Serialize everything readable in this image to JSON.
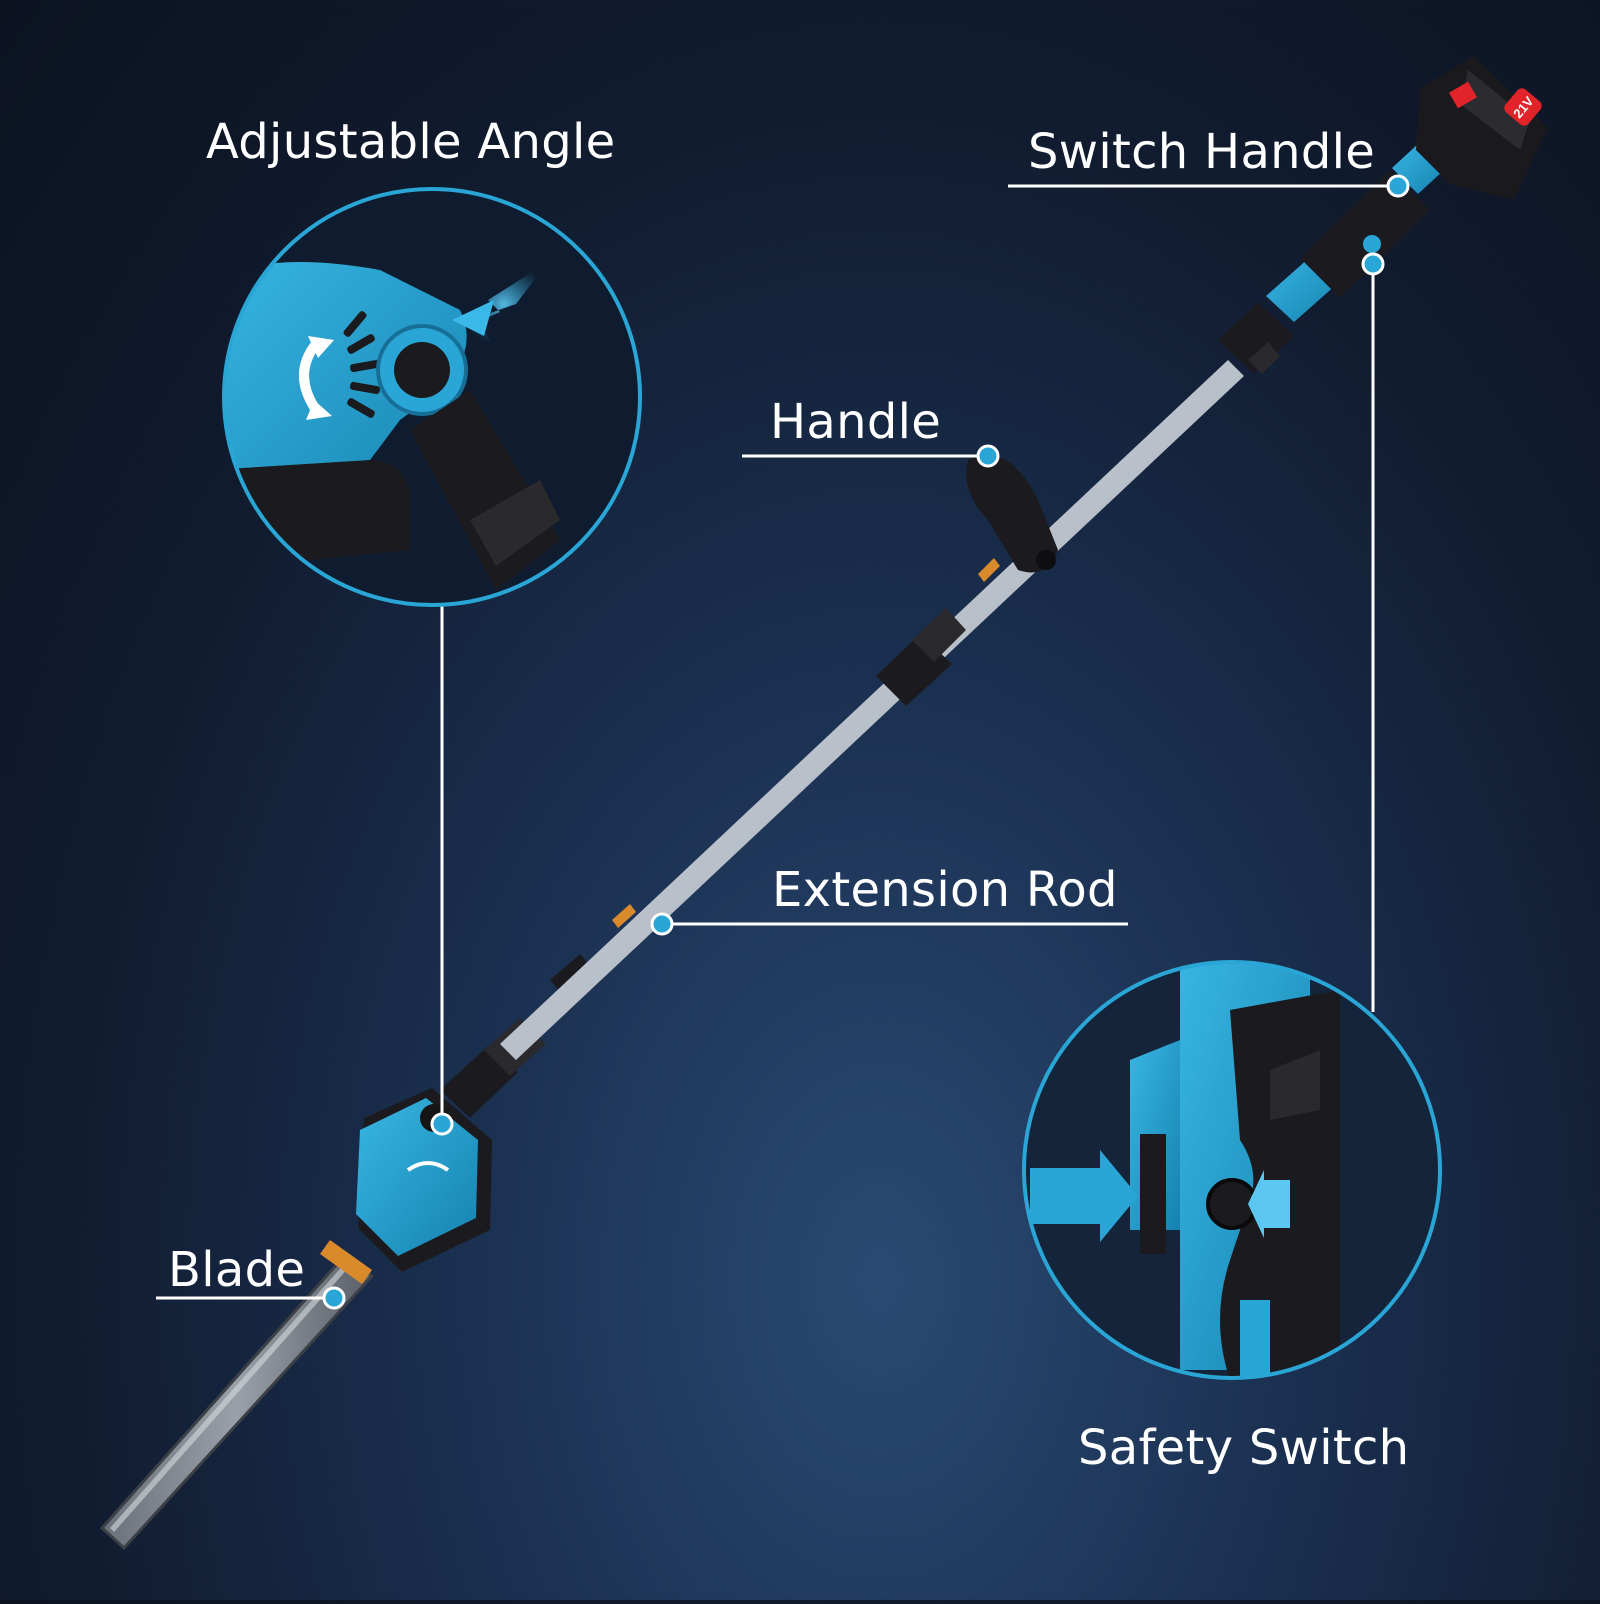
{
  "callouts": {
    "adjustable_angle": "Adjustable Angle",
    "switch_handle": "Switch Handle",
    "handle": "Handle",
    "extension_rod": "Extension Rod",
    "blade": "Blade",
    "safety_switch": "Safety Switch"
  },
  "battery_label": "21V",
  "colors": {
    "accent": "#2aa6d6",
    "accent_dark": "#1687b5",
    "tool_blue": "#1f9fd0",
    "rubber_black": "#1b1b1f",
    "rod_silver": "#c9ced6",
    "battery_red": "#e0242a",
    "text": "#ffffff"
  }
}
